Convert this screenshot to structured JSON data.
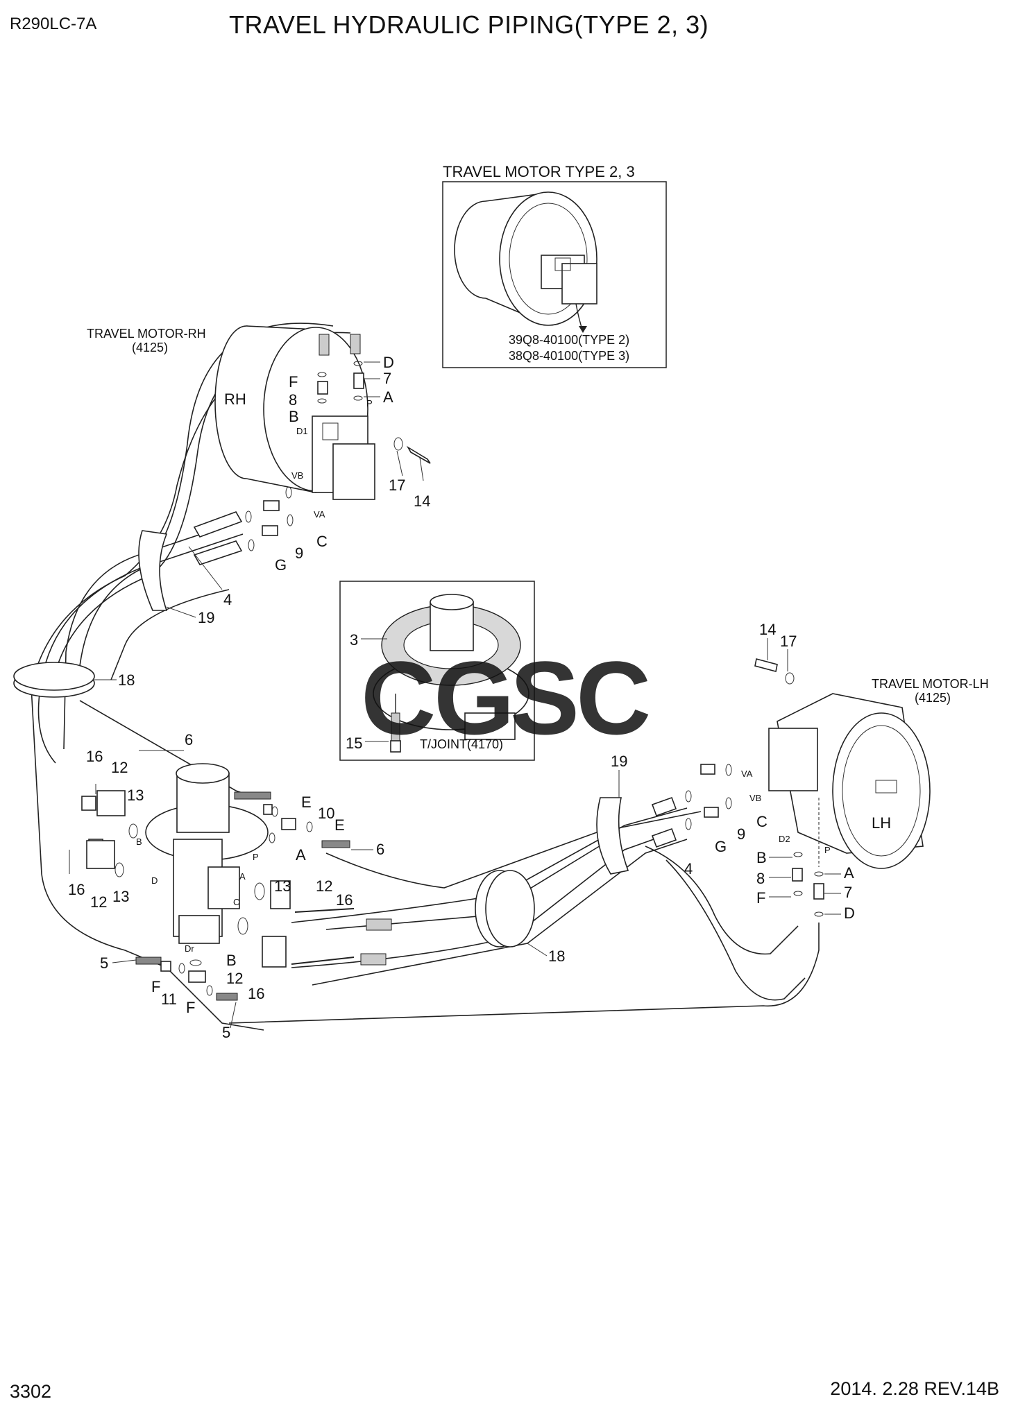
{
  "header": {
    "model": "R290LC-7A",
    "title": "TRAVEL HYDRAULIC PIPING(TYPE 2, 3)"
  },
  "footer": {
    "page_number": "3302",
    "revision": "2014. 2.28  REV.14B"
  },
  "inset_motor": {
    "title": "TRAVEL MOTOR TYPE 2, 3",
    "part_type2": "39Q8-40100(TYPE 2)",
    "part_type3": "38Q8-40100(TYPE 3)"
  },
  "inset_joint": {
    "label": "T/JOINT(4170)",
    "callout_3": "3",
    "callout_15": "15"
  },
  "motor_rh": {
    "name": "TRAVEL MOTOR-RH",
    "code": "(4125)",
    "tag": "RH",
    "ports": {
      "d1": "D1",
      "vb": "VB",
      "va": "VA",
      "p": "P"
    }
  },
  "motor_lh": {
    "name": "TRAVEL MOTOR-LH",
    "code": "(4125)",
    "tag": "LH",
    "ports": {
      "d2": "D2",
      "va": "VA",
      "vb": "VB",
      "p": "P"
    }
  },
  "swivel_ports": {
    "a": "A",
    "b": "B",
    "c": "C",
    "d": "D",
    "p": "P",
    "dr": "Dr"
  },
  "watermark": {
    "text": "CGSC",
    "colors": [
      "#4a7fd6",
      "#e8453c",
      "#f6c143",
      "#3fa56b"
    ]
  },
  "callouts": {
    "rh_d": "D",
    "rh_7": "7",
    "rh_a": "A",
    "rh_f": "F",
    "rh_8": "8",
    "rh_b": "B",
    "rh_17": "17",
    "rh_14": "14",
    "rh_c": "C",
    "rh_9": "9",
    "rh_g": "G",
    "rh_4": "4",
    "rh_19": "19",
    "left_18": "18",
    "c_6a": "6",
    "l_16a": "16",
    "l_12a": "12",
    "l_13a": "13",
    "l_16b": "16",
    "l_12b": "12",
    "l_13b": "13",
    "c_e1": "E",
    "c_10": "10",
    "c_e2": "E",
    "c_a1": "A",
    "c_6b": "6",
    "s_13": "13",
    "s_12a": "12",
    "s_16a": "16",
    "s_b": "B",
    "s_12b": "12",
    "s_16b": "16",
    "c_5a": "5",
    "c_f1": "F",
    "c_11": "11",
    "c_f2": "F",
    "c_5b": "5",
    "m_19": "19",
    "m_18": "18",
    "lh_14": "14",
    "lh_17": "17",
    "lh_c": "C",
    "lh_9": "9",
    "lh_g": "G",
    "lh_4": "4",
    "lh_b": "B",
    "lh_8": "8",
    "lh_f": "F",
    "lh_a": "A",
    "lh_7": "7",
    "lh_d": "D"
  }
}
